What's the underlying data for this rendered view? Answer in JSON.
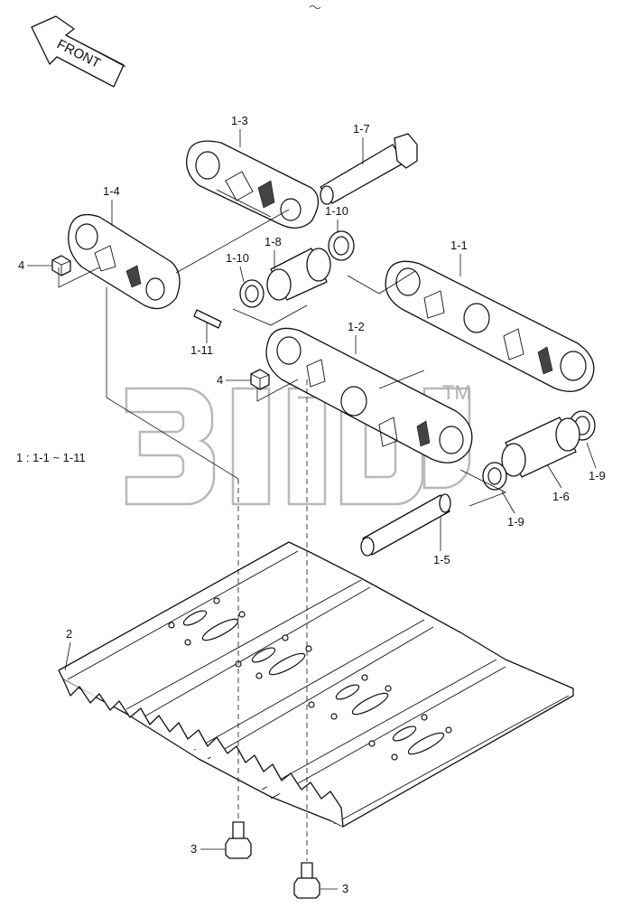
{
  "direction_arrow": {
    "label": "FRONT"
  },
  "watermark": {
    "trademark": "TM"
  },
  "legend_note": "1 : 1-1 ~ 1-11",
  "callouts": {
    "c1_1": "1-1",
    "c1_2": "1-2",
    "c1_3": "1-3",
    "c1_4": "1-4",
    "c1_5": "1-5",
    "c1_6": "1-6",
    "c1_7": "1-7",
    "c1_8": "1-8",
    "c1_9a": "1-9",
    "c1_9b": "1-9",
    "c1_10a": "1-10",
    "c1_10b": "1-10",
    "c1_11": "1-11",
    "c2": "2",
    "c3a": "3",
    "c3b": "3",
    "c4a": "4",
    "c4b": "4"
  },
  "colors": {
    "line": "#111111",
    "watermark": "#b8b8b8",
    "background": "#ffffff"
  }
}
